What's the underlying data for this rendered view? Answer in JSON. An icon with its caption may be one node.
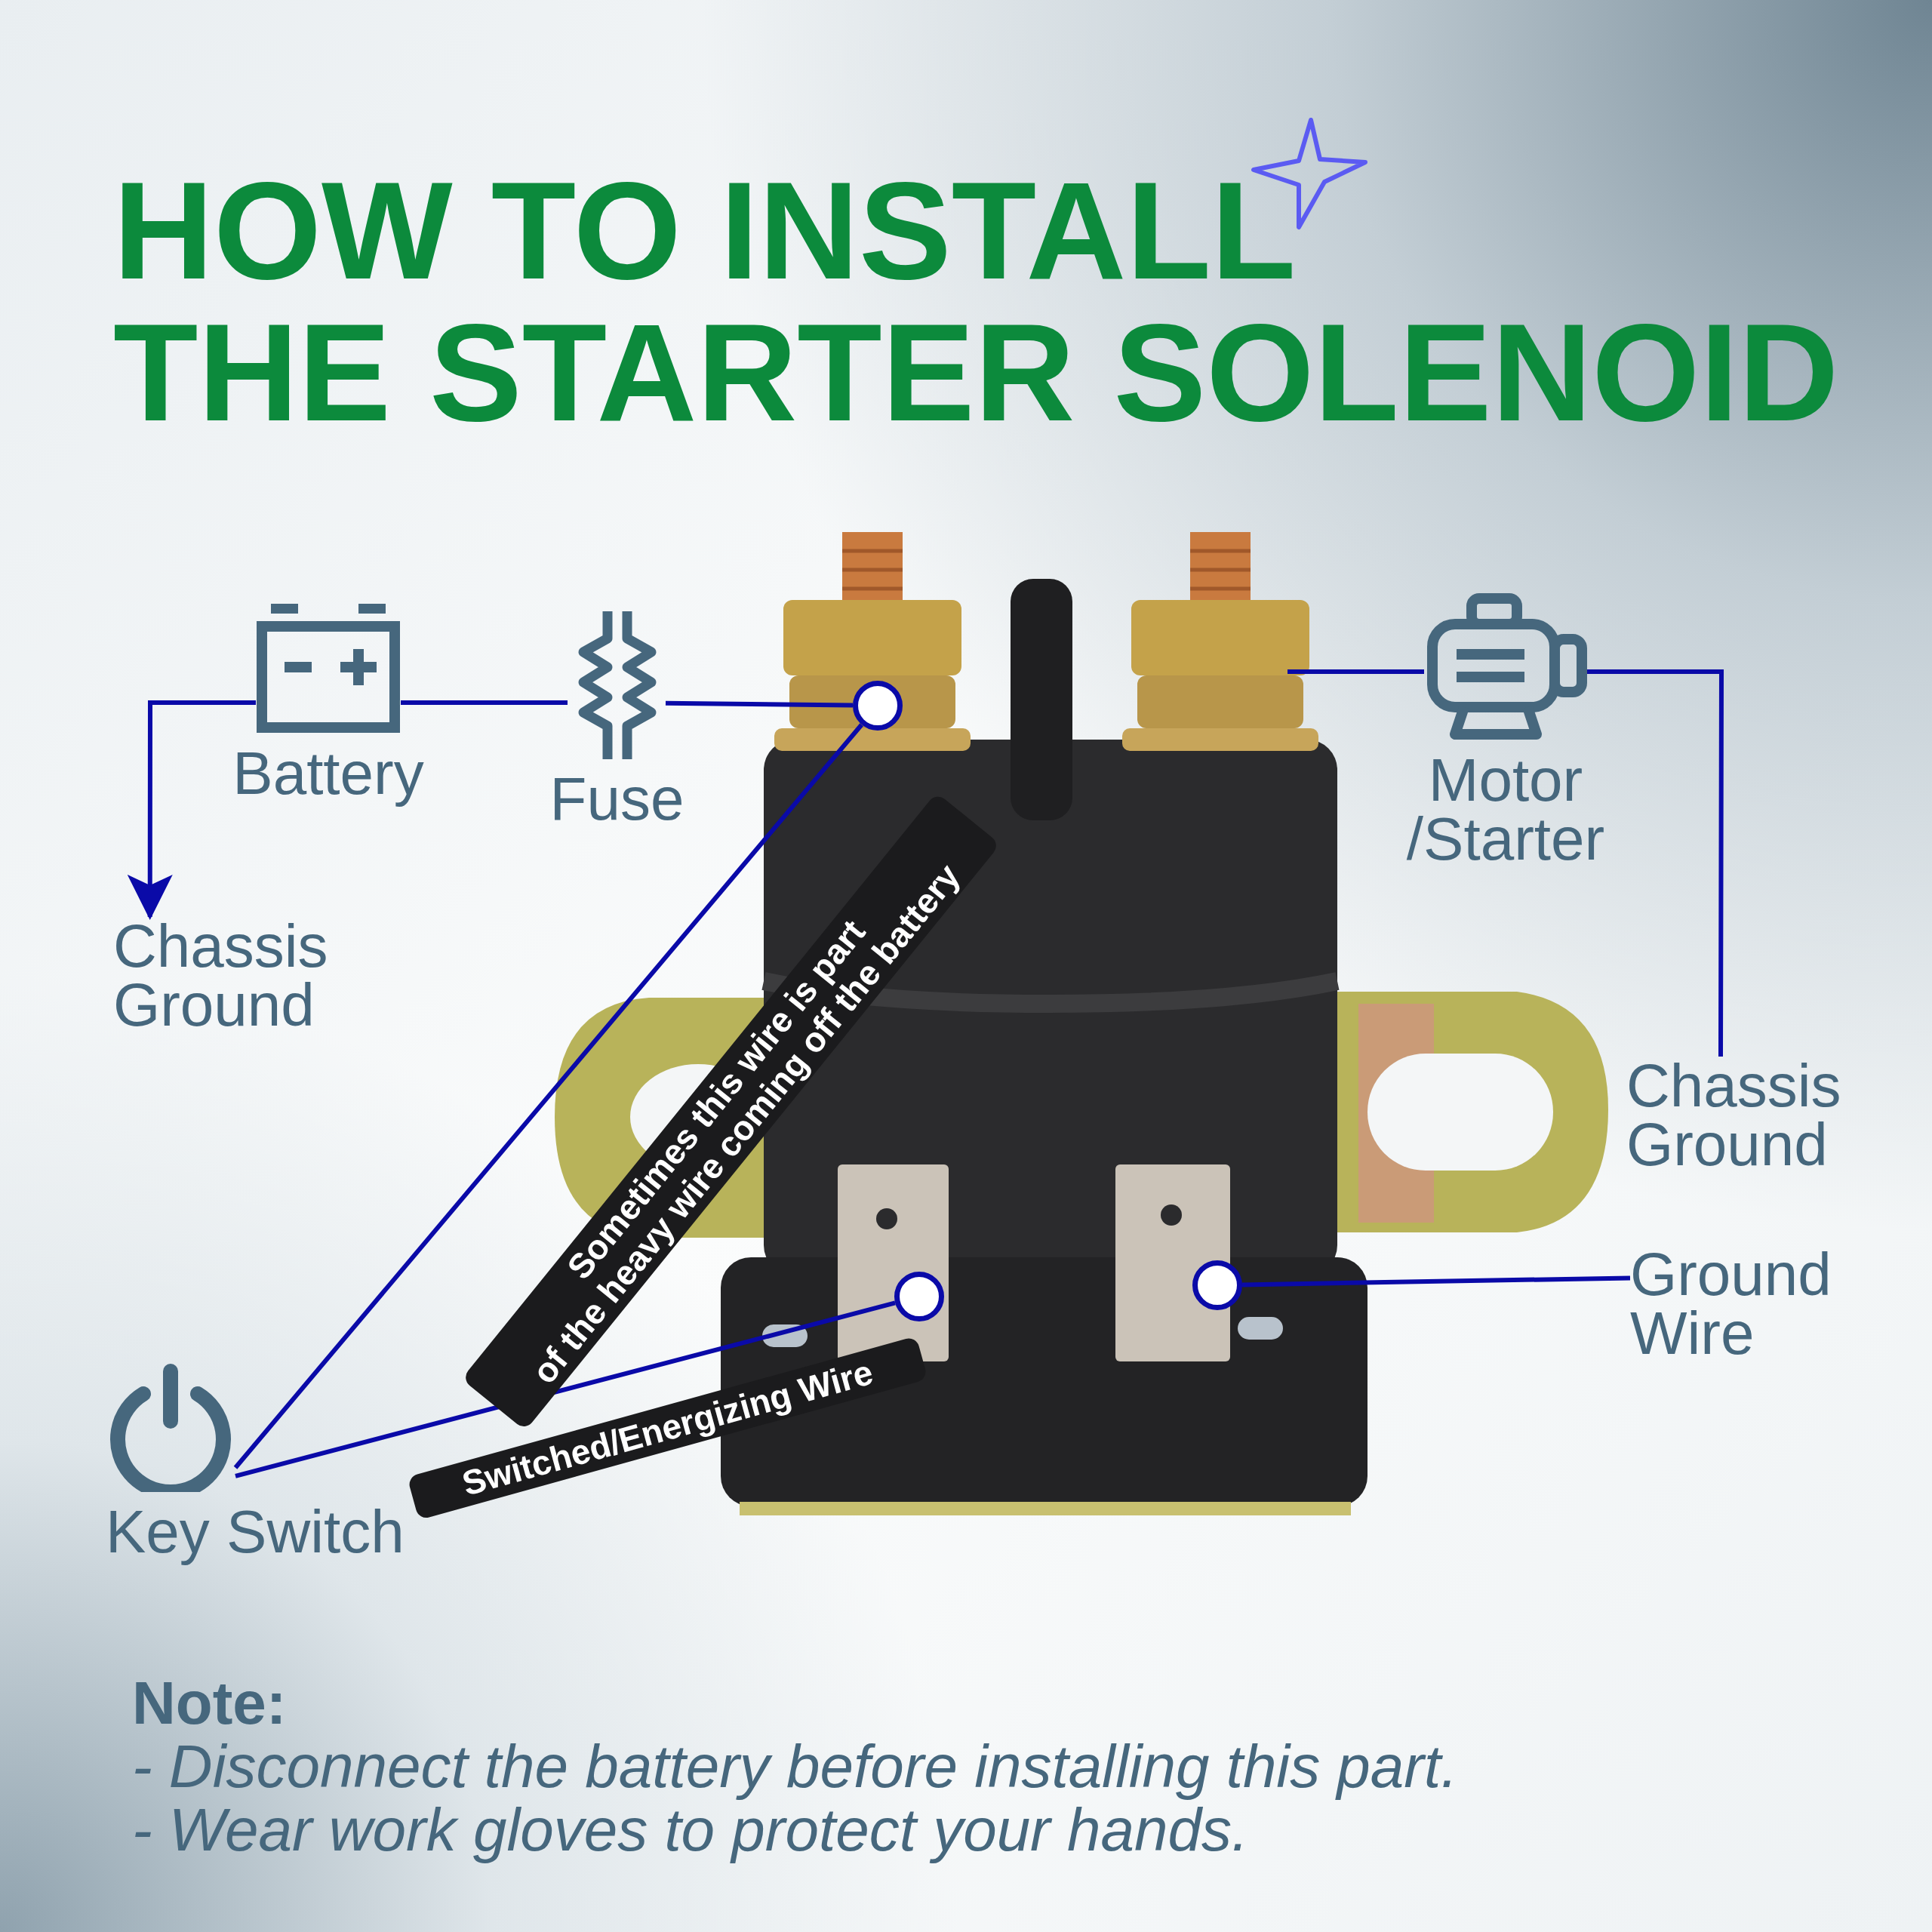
{
  "diagram": {
    "title": "HOW TO INSTALL THE STARTER SOLENOID",
    "nodes": [
      {
        "text": [
          "Battery"
        ]
      },
      {
        "text": [
          "Fuse"
        ]
      },
      {
        "text": [],
        "shape": "circle"
      },
      {
        "text": [
          "Motor /Starter"
        ]
      },
      {
        "text": [
          "Chassis Ground"
        ]
      },
      {
        "text": [
          "Chassis Ground"
        ]
      },
      {
        "text": [],
        "shape": "circle"
      },
      {
        "text": [],
        "shape": "circle"
      },
      {
        "text": [
          "Ground Wire"
        ]
      },
      {
        "text": [
          "Key Switch"
        ]
      }
    ],
    "edges": [
      {
        "from": 0,
        "to": 4,
        "arrow": "to"
      },
      {
        "from": 0,
        "to": 1,
        "arrow": "none"
      },
      {
        "from": 1,
        "to": 2,
        "arrow": "none"
      },
      {
        "from": null,
        "to": 3,
        "arrow": "none"
      },
      {
        "from": 3,
        "to": 5,
        "arrow": "none"
      },
      {
        "from": 9,
        "to": 2,
        "arrow": "none",
        "label": "Sometimes this wire is part of the heavy wire coming off the battery"
      },
      {
        "from": 9,
        "to": 6,
        "arrow": "none",
        "label": "Switched/Energizing Wire"
      },
      {
        "from": 7,
        "to": 8,
        "arrow": "none"
      }
    ],
    "labels": [
      "Note:",
      "- Disconnect the battery before installing this part.",
      "- Wear work gloves to protect your hands."
    ]
  }
}
